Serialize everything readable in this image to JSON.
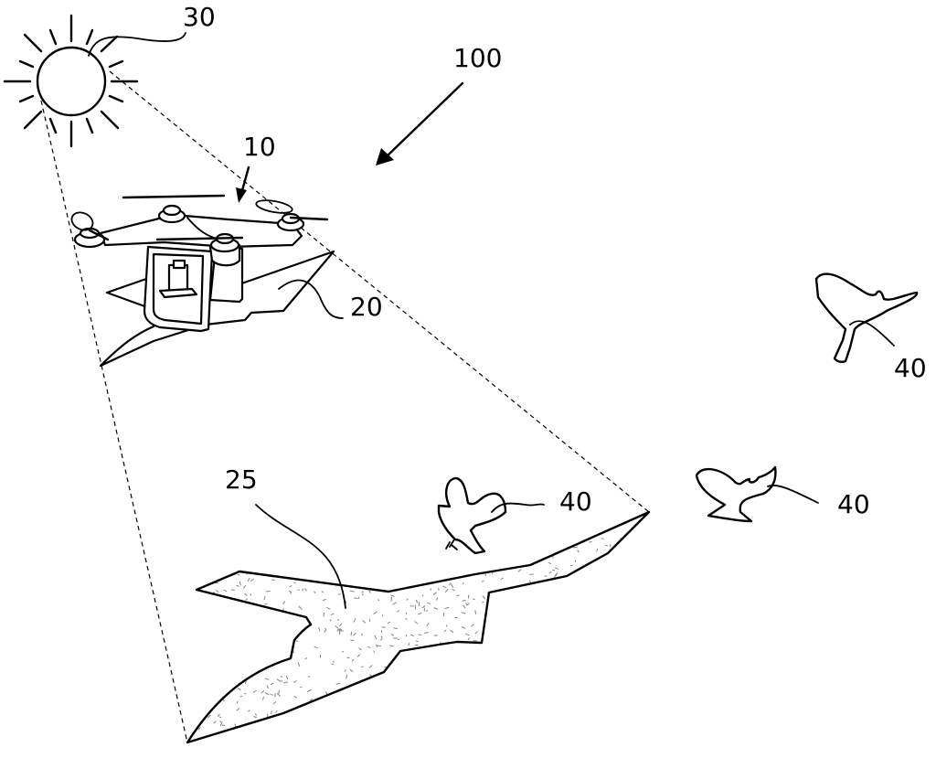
{
  "figure": {
    "type": "patent drawing",
    "reference_numerals": {
      "system": "100",
      "drone": "10",
      "drone_shadow_attachment": "20",
      "projected_shadow": "25",
      "sun": "30",
      "bird_1": "40",
      "bird_2": "40",
      "bird_3": "40"
    },
    "elements": [
      {
        "id": "sun",
        "name": "Sun / light source"
      },
      {
        "id": "drone",
        "name": "Quadcopter drone"
      },
      {
        "id": "shadow-shape",
        "name": "Bird-shaped shadow panel on drone"
      },
      {
        "id": "projected-shadow",
        "name": "Projected raptor shadow on ground"
      },
      {
        "id": "birds",
        "name": "Birds"
      }
    ],
    "colors": {
      "line": "#000000",
      "background": "#ffffff",
      "stipple": "#666666"
    }
  }
}
